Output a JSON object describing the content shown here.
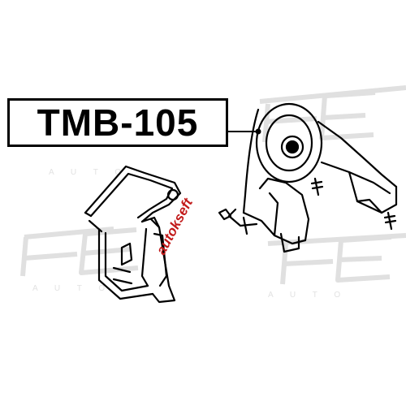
{
  "part_label": {
    "text": "TMB-105"
  },
  "watermarks": {
    "brand": "FEBEST",
    "sub": "AUTOMOTIVE",
    "stamp": "autokseft",
    "color": "#e3e3e3",
    "stamp_color": "#c21a1a"
  },
  "line_color": "#000000"
}
